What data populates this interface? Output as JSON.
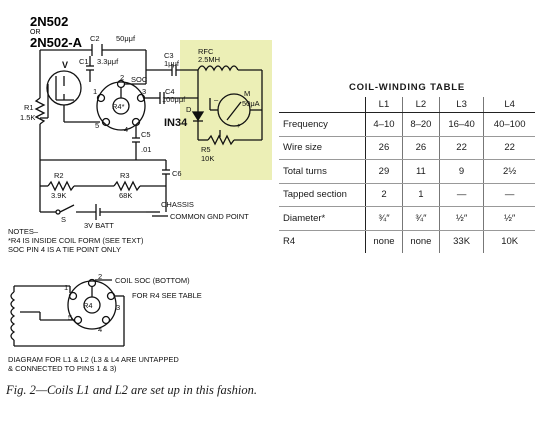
{
  "schematic": {
    "title_line1": "2N502",
    "title_line2": "OR",
    "title_line3": "2N502-A",
    "c2": "C2",
    "c2_value": "50μμf",
    "c1": "C1",
    "c1_value": "3.3μμf",
    "v": "V",
    "r1": "R1",
    "r1_value": "1.5K",
    "soc": "SOC",
    "r4": "R4*",
    "c3": "C3",
    "c3_value": "1μμf",
    "rfc": "RFC",
    "rfc_value": "2.5MH",
    "c4": "C4",
    "c4_value": "100μμf",
    "d": "D",
    "diode": "IN34",
    "m": "M",
    "m_value": "50μA",
    "c5": "C5",
    "c5_value": ".01",
    "c6": "C6",
    "r5": "R5",
    "r5_value": "10K",
    "r2": "R2",
    "r2_value": "3.9K",
    "r3": "R3",
    "r3_value": "68K",
    "s": "S",
    "batt": "3V BATT",
    "chassis1": "CHASSIS",
    "chassis2": "COMMON GND POINT",
    "plus": "+",
    "minus": "–",
    "pin1": "1",
    "pin2": "2",
    "pin3": "3",
    "pin4": "4",
    "pin5": "5",
    "notes": [
      "NOTES–",
      "*R4 IS INSIDE COIL FORM (SEE TEXT)",
      "SOC PIN 4 IS A TIE POINT ONLY"
    ]
  },
  "coil_diagram": {
    "label1": "COIL SOC (BOTTOM)",
    "label2": "FOR R4 SEE TABLE",
    "r4": "R4",
    "pin1": "1",
    "pin2": "2",
    "pin3": "3",
    "pin4": "4",
    "pin5": "5",
    "caption": [
      "DIAGRAM FOR L1 & L2 (L3 & L4 ARE UNTAPPED",
      "& CONNECTED TO PINS 1 & 3)"
    ]
  },
  "figure_caption": "Fig. 2—Coils L1 and L2 are set up in this fashion.",
  "table": {
    "title": "COIL-WINDING TABLE",
    "columns": [
      "L1",
      "L2",
      "L3",
      "L4"
    ],
    "rows": [
      {
        "label": "Frequency",
        "values": [
          "4–10",
          "8–20",
          "16–40",
          "40–100"
        ]
      },
      {
        "label": "Wire size",
        "values": [
          "26",
          "26",
          "22",
          "22"
        ]
      },
      {
        "label": "Total turns",
        "values": [
          "29",
          "11",
          "9",
          "2½"
        ]
      },
      {
        "label": "Tapped section",
        "values": [
          "2",
          "1",
          "—",
          "—"
        ]
      },
      {
        "label": "Diameter*",
        "values": [
          "¾″",
          "¾″",
          "½″",
          "½″"
        ]
      },
      {
        "label": "R4",
        "values": [
          "none",
          "none",
          "33K",
          "10K"
        ]
      }
    ]
  }
}
